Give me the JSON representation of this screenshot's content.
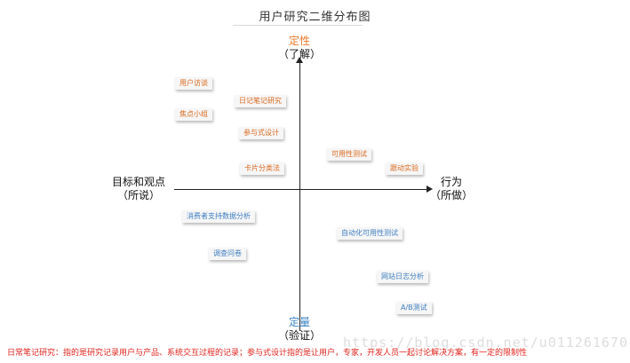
{
  "title": "用户研究二维分布图",
  "axes": {
    "top": {
      "main": "定性",
      "sub": "（了解）"
    },
    "bottom": {
      "main": "定量",
      "sub": "（验证）"
    },
    "left": {
      "main": "目标和观点",
      "sub": "（所说）"
    },
    "right": {
      "main": "行为",
      "sub": "（所做）"
    }
  },
  "methods": [
    {
      "label": "用户访谈",
      "color": "orange"
    },
    {
      "label": "日记笔记研究",
      "color": "orange"
    },
    {
      "label": "焦点小组",
      "color": "orange"
    },
    {
      "label": "参与式设计",
      "color": "orange"
    },
    {
      "label": "可用性测试",
      "color": "orange"
    },
    {
      "label": "卡片分类法",
      "color": "orange"
    },
    {
      "label": "跟动实验",
      "color": "orange"
    },
    {
      "label": "消费者支持数据分析",
      "color": "blue"
    },
    {
      "label": "自动化可用性测试",
      "color": "blue"
    },
    {
      "label": "调查问卷",
      "color": "blue"
    },
    {
      "label": "网站日志分析",
      "color": "blue"
    },
    {
      "label": "A/B测试",
      "color": "blue"
    }
  ],
  "colors": {
    "qualitative": "#e97a2c",
    "quantitative": "#3d84c6",
    "note": "#e0231c"
  },
  "note": "日常笔记研究：指的是研究记录用户与产品、系统交互过程的记录；参与式设计指的是让用户，专家，开发人员一起讨论解决方案，有一定的限制性",
  "watermark": "https://blog.csdn.net/u011261670"
}
